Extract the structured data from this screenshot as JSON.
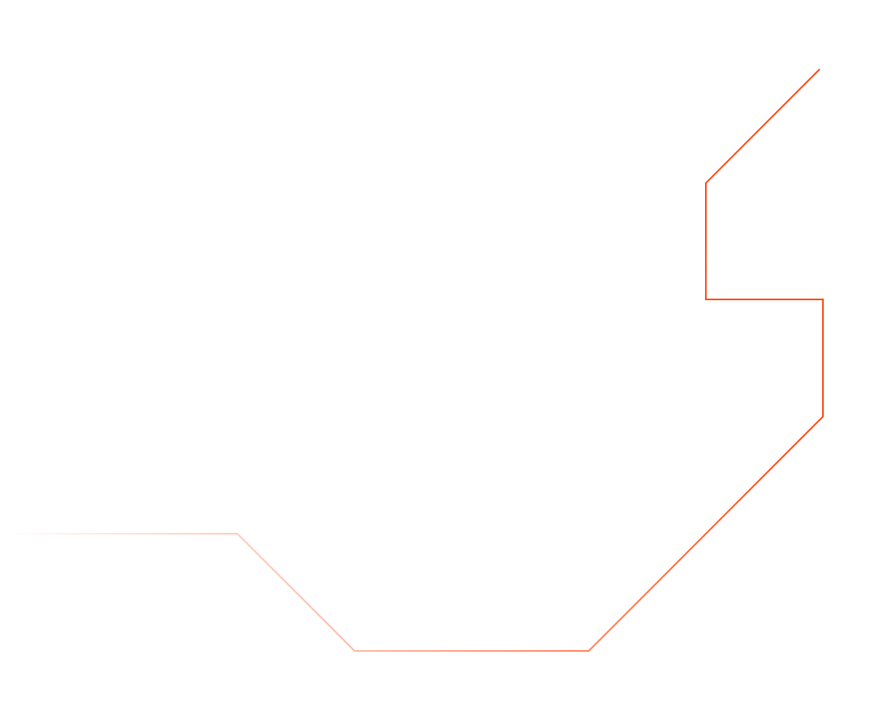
{
  "graphic": {
    "name": "decorative-circuit-line",
    "stroke_color": "#FF4B14",
    "gradient_start_opacity": 0,
    "gradient_end_opacity": 1
  }
}
